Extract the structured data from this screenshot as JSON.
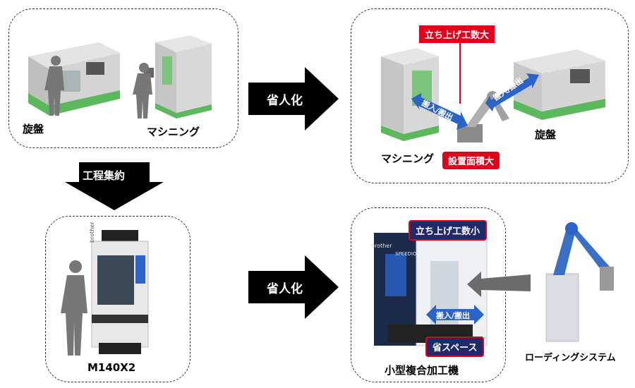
{
  "top_left": {
    "lathe_label": "旋盤",
    "machining_label": "マシニング"
  },
  "top_right": {
    "setup_tag": "立ち上げ工数大",
    "area_tag": "設置面積大",
    "transfer_left": "搬入/搬出",
    "transfer_right": "搬入/搬出",
    "machining_label": "マシニング",
    "lathe_label": "旋盤"
  },
  "arrows": {
    "save_labor_top": "省人化",
    "save_labor_bottom": "省人化",
    "process_integration": "工程集約"
  },
  "bottom_left": {
    "model_label": "M140X2",
    "brand": "brother"
  },
  "bottom_right": {
    "setup_tag": "立ち上げ工数小",
    "space_tag": "省スペース",
    "transfer": "搬入/搬出",
    "machine_label": "小型複合加工機",
    "robot_label": "ローディングシステム",
    "brand": "brother",
    "series": "SPEEDIO"
  },
  "colors": {
    "red": "#e2001a",
    "navy": "#1f2a6b",
    "blue": "#2a64c8",
    "green": "#5cb85c",
    "gray": "#cfcfcf"
  }
}
